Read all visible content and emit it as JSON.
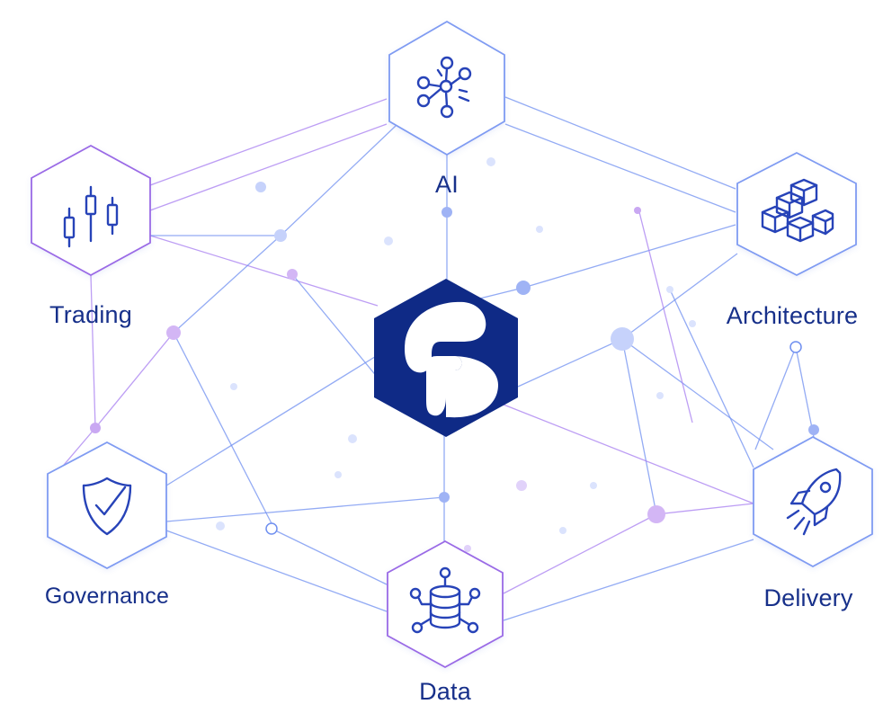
{
  "nodes": {
    "ai": {
      "label": "AI",
      "icon": "neural-network-icon"
    },
    "trading": {
      "label": "Trading",
      "icon": "candlestick-chart-icon"
    },
    "architecture": {
      "label": "Architecture",
      "icon": "stacked-cubes-icon"
    },
    "governance": {
      "label": "Governance",
      "icon": "shield-check-icon"
    },
    "delivery": {
      "label": "Delivery",
      "icon": "rocket-icon"
    },
    "data": {
      "label": "Data",
      "icon": "database-network-icon"
    }
  },
  "center": {
    "icon": "f-logo-icon"
  },
  "colors": {
    "brand": "#0f2a86",
    "line_blue": "#6f8ff0",
    "line_purple": "#a77ef0",
    "hex_border_blue": "#7f9bf2",
    "hex_border_purple": "#9a6ae6",
    "label": "#17308a",
    "icon": "#2743b8"
  }
}
